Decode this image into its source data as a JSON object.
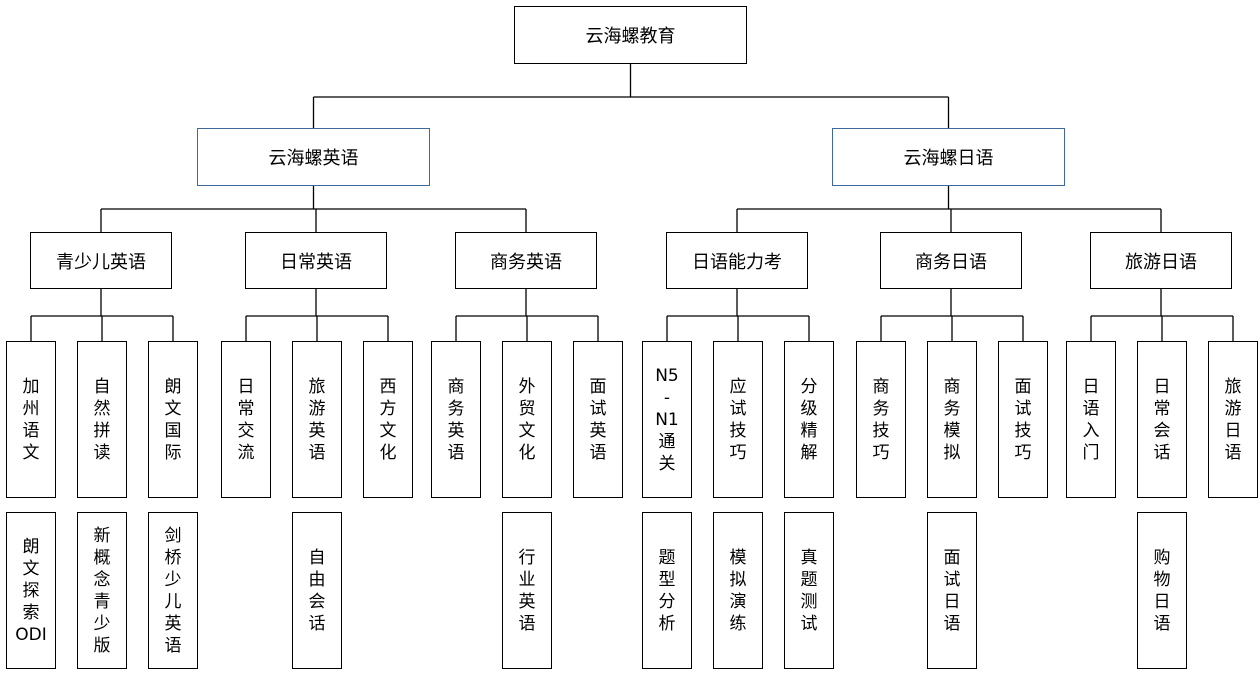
{
  "root": {
    "label": "云海螺教育"
  },
  "branches": [
    {
      "label": "云海螺英语",
      "color": "#3d6a99",
      "groups": [
        {
          "label": "青少儿英语",
          "courses": [
            {
              "label": "加州语文",
              "sub": "朗文探索ODI"
            },
            {
              "label": "自然拼读",
              "sub": "新概念青少版"
            },
            {
              "label": "朗文国际",
              "sub": "剑桥少儿英语"
            }
          ]
        },
        {
          "label": "日常英语",
          "courses": [
            {
              "label": "日常交流",
              "sub": null
            },
            {
              "label": "旅游英语",
              "sub": "自由会话"
            },
            {
              "label": "西方文化",
              "sub": null
            }
          ]
        },
        {
          "label": "商务英语",
          "courses": [
            {
              "label": "商务英语",
              "sub": null
            },
            {
              "label": "外贸文化",
              "sub": "行业英语"
            },
            {
              "label": "面试英语",
              "sub": null
            }
          ]
        }
      ]
    },
    {
      "label": "云海螺日语",
      "color": "#3d6a99",
      "groups": [
        {
          "label": "日语能力考",
          "courses": [
            {
              "label": "N5-N1通关",
              "sub": "题型分析"
            },
            {
              "label": "应试技巧",
              "sub": "模拟演练"
            },
            {
              "label": "分级精解",
              "sub": "真题测试"
            }
          ]
        },
        {
          "label": "商务日语",
          "courses": [
            {
              "label": "商务技巧",
              "sub": null
            },
            {
              "label": "商务模拟",
              "sub": "面试日语"
            },
            {
              "label": "面试技巧",
              "sub": null
            }
          ]
        },
        {
          "label": "旅游日语",
          "courses": [
            {
              "label": "日语入门",
              "sub": null
            },
            {
              "label": "日常会话",
              "sub": "购物日语"
            },
            {
              "label": "旅游日语",
              "sub": null
            }
          ]
        }
      ]
    }
  ]
}
